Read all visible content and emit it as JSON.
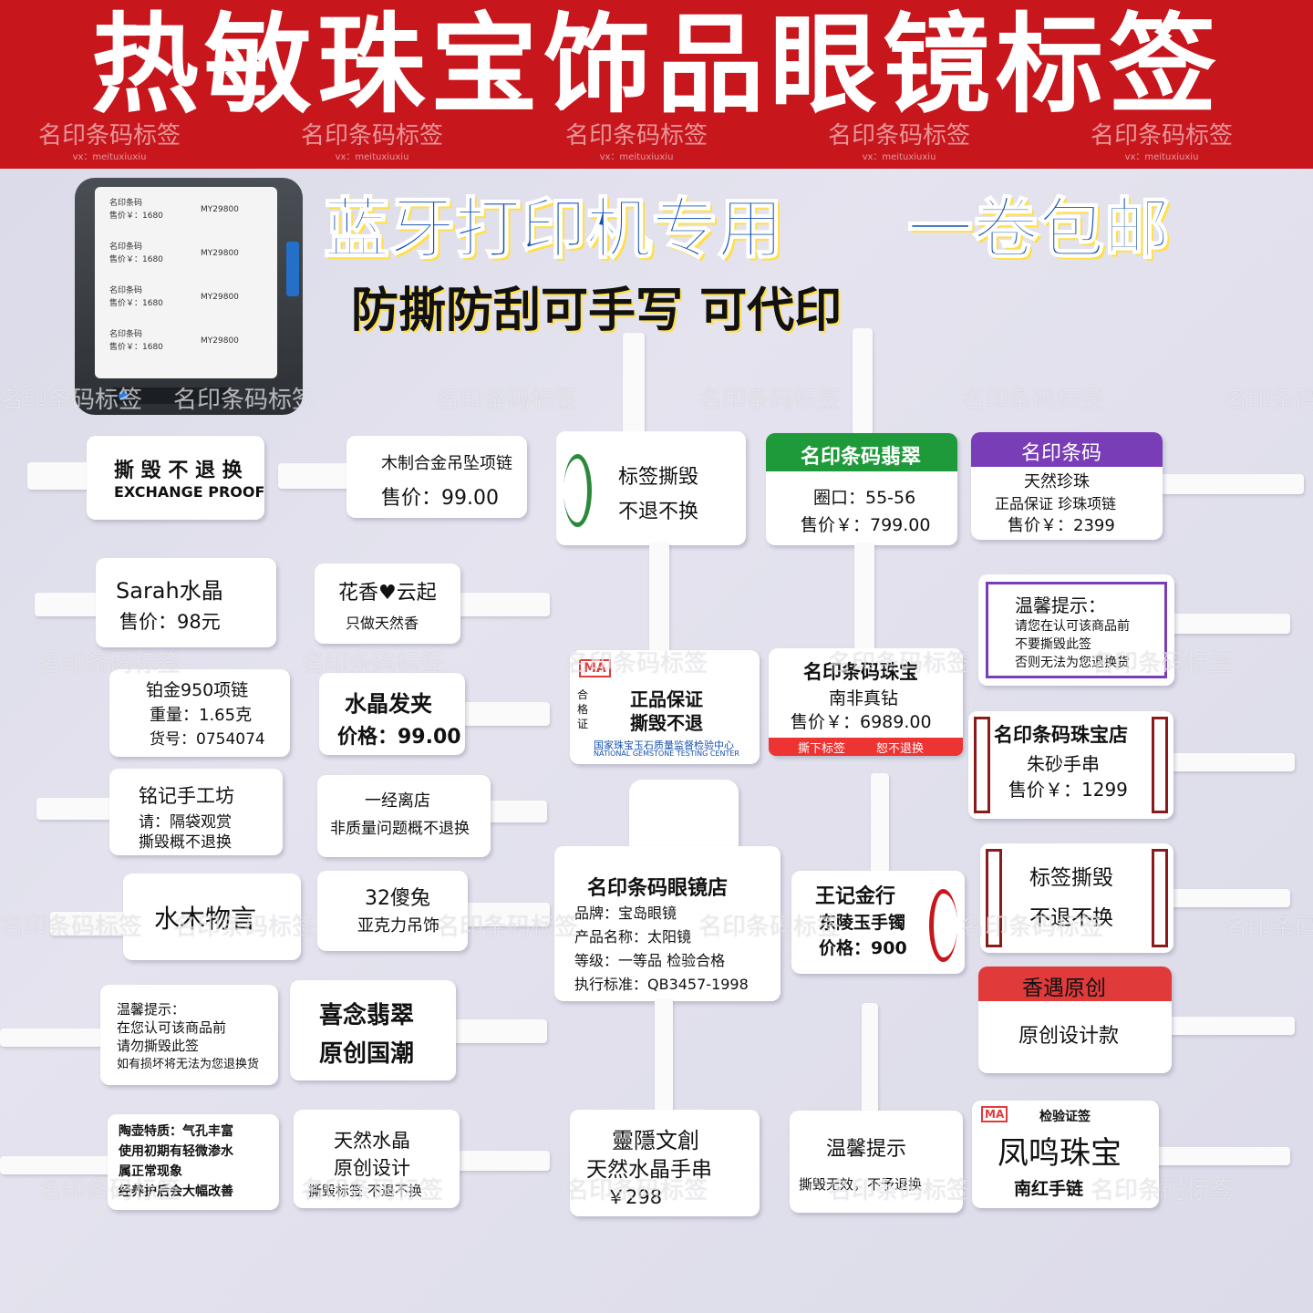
{
  "banner": {
    "title": "热敏珠宝饰品眼镜标签",
    "color": "#c8161d"
  },
  "watermark": {
    "text": "名印条码标签",
    "sub": "vx：meituxiuxiu"
  },
  "printer": {
    "rows": [
      {
        "a": "名印条码",
        "b": "售价￥：1680",
        "c": "MY29800"
      },
      {
        "a": "名印条码",
        "b": "售价￥：1680",
        "c": "MY29800"
      },
      {
        "a": "名印条码",
        "b": "售价￥：1680",
        "c": "MY29800"
      },
      {
        "a": "名印条码",
        "b": "售价￥：1680",
        "c": "MY29800"
      }
    ]
  },
  "headline": {
    "line1": "蓝牙打印机专用",
    "line2": "一卷包邮",
    "line3": "防撕防刮可手写  可代印"
  },
  "labels": {
    "l1": {
      "a": "撕 毁 不 退 换",
      "b": "EXCHANGE PROOF"
    },
    "l2": {
      "a": "木制合金吊坠项链",
      "b": "售价：99.00"
    },
    "l3": {
      "a": "标签撕毁",
      "b": "不退不换"
    },
    "l4": {
      "band": "名印条码翡翠",
      "a": "圈口：55-56",
      "b": "售价￥：799.00"
    },
    "l5": {
      "band": "名印条码",
      "a": "天然珍珠",
      "b": "正品保证 珍珠项链",
      "c": "售价￥：2399"
    },
    "l6": {
      "a": "Sarah水晶",
      "b": "售价：98元"
    },
    "l7": {
      "a": "花香♥云起",
      "b": "只做天然香"
    },
    "l8": {
      "a": "温馨提示：",
      "b": "请您在认可该商品前",
      "c": "不要撕毁此签",
      "d": "否则无法为您退换货"
    },
    "l9": {
      "a": "铂金950项链",
      "b": "重量：1.65克",
      "c": "货号：0754074"
    },
    "l10": {
      "a": "水晶发夹",
      "b": "价格：99.00"
    },
    "l11": {
      "a": "合",
      "b": "格",
      "c": "证",
      "d": "正品保证",
      "e": "撕毁不退",
      "f": "国家珠宝玉石质量监督检验中心",
      "g": "NATIONAL GEMSTONE TESTING CENTER"
    },
    "l12": {
      "a": "名印条码珠宝",
      "b": "南非真钻",
      "c": "售价￥：6989.00",
      "d": "撕下标签",
      "e": "恕不退换"
    },
    "l13": {
      "a": "名印条码珠宝店",
      "b": "朱砂手串",
      "c": "售价￥：1299"
    },
    "l14": {
      "a": "铭记手工坊",
      "b": "请：隔袋观赏",
      "c": "撕毁概不退换"
    },
    "l15": {
      "a": "一经离店",
      "b": "非质量问题概不退换"
    },
    "l16": {
      "a": "名印条码眼镜店",
      "b": "品牌：宝岛眼镜",
      "c": "产品名称：太阳镜",
      "d": "等级：一等品     检验合格",
      "e": "执行标准：QB3457-1998"
    },
    "l17": {
      "a": "王记金行",
      "b": "东陵玉手镯",
      "c": "价格：900"
    },
    "l18": {
      "a": "标签撕毁",
      "b": "不退不换"
    },
    "l19": {
      "a": "水木物言"
    },
    "l20": {
      "a": "32傻兔",
      "b": "亚克力吊饰"
    },
    "l21": {
      "band": "香遇原创",
      "a": "原创设计款"
    },
    "l22": {
      "a": "温馨提示：",
      "b": "在您认可该商品前",
      "c": "请勿撕毁此签",
      "d": "如有损坏将无法为您退换货"
    },
    "l23": {
      "a": "喜念翡翠",
      "b": "原创国潮"
    },
    "l24": {
      "a": "陶壶特质：气孔丰富",
      "b": "使用初期有轻微渗水",
      "c": "属正常现象",
      "d": "经养护后会大幅改善"
    },
    "l25": {
      "a": "天然水晶",
      "b": "原创设计",
      "c": "撕毁标签  不退不换"
    },
    "l26": {
      "a": "靈隱文創",
      "b": "天然水晶手串",
      "c": "￥298"
    },
    "l27": {
      "a": "温馨提示",
      "b": "撕毁无效，不予退换"
    },
    "l28": {
      "a": "检验证签",
      "b": "凤鸣珠宝",
      "c": "南红手链"
    }
  },
  "colors": {
    "green": "#1f9a3a",
    "purple": "#7a3db8",
    "red": "#e03a3a",
    "darkred": "#8b1a1a",
    "blue": "#1450b0"
  }
}
